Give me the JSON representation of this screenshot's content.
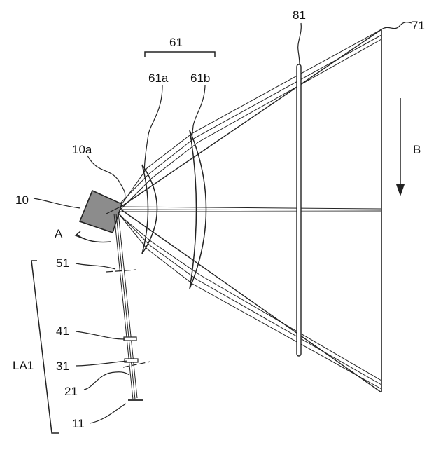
{
  "labels": {
    "group_61": "61",
    "lens_61a": "61a",
    "lens_61b": "61b",
    "plate_81": "81",
    "screen_71": "71",
    "face_10a": "10a",
    "scanner_10": "10",
    "rotation_A": "A",
    "scan_B": "B",
    "element_51": "51",
    "element_41": "41",
    "element_31": "31",
    "element_21": "21",
    "source_11": "11",
    "assembly_LA1": "LA1"
  },
  "colors": {
    "line": "#222222",
    "scanner_fill": "#8c8c8c",
    "background": "#ffffff"
  }
}
